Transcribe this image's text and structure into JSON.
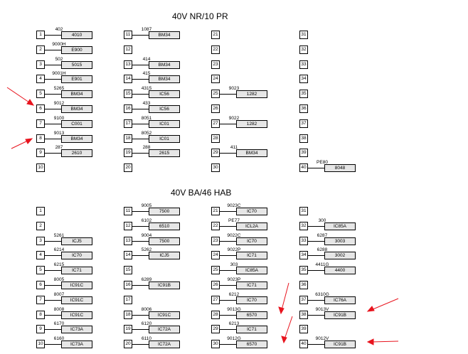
{
  "colors": {
    "arrow": "#e8141e",
    "device_fill": "#e6e6e6",
    "line": "#000000"
  },
  "panels": [
    {
      "title": "40V NR/10 PR",
      "columns": [
        {
          "rows": [
            {
              "term": "1",
              "wire": "402",
              "device": "4010"
            },
            {
              "term": "2",
              "wire": "9000H",
              "device": "E900"
            },
            {
              "term": "3",
              "wire": "502",
              "device": "5015"
            },
            {
              "term": "4",
              "wire": "9001H",
              "device": "E901"
            },
            {
              "term": "5",
              "wire": "5265",
              "device": "BM34"
            },
            {
              "term": "6",
              "wire": "9012",
              "device": "BM34"
            },
            {
              "term": "7",
              "wire": "9100",
              "device": "C001"
            },
            {
              "term": "8",
              "wire": "9013",
              "device": "BM34"
            },
            {
              "term": "9",
              "wire": "287",
              "device": "2610"
            },
            {
              "term": "10",
              "wire": "",
              "device": ""
            }
          ]
        },
        {
          "rows": [
            {
              "term": "11",
              "wire": "1087",
              "device": "BM34"
            },
            {
              "term": "12",
              "wire": "",
              "device": ""
            },
            {
              "term": "13",
              "wire": "414",
              "device": "BM34"
            },
            {
              "term": "14",
              "wire": "415",
              "device": "BM34"
            },
            {
              "term": "15",
              "wire": "4315",
              "device": "IC56"
            },
            {
              "term": "16",
              "wire": "433",
              "device": "IC56"
            },
            {
              "term": "17",
              "wire": "8051",
              "device": "IC01"
            },
            {
              "term": "18",
              "wire": "8052",
              "device": "IC01"
            },
            {
              "term": "19",
              "wire": "288",
              "device": "2615"
            },
            {
              "term": "20",
              "wire": "",
              "device": ""
            }
          ]
        },
        {
          "rows": [
            {
              "term": "21",
              "wire": "",
              "device": ""
            },
            {
              "term": "22",
              "wire": "",
              "device": ""
            },
            {
              "term": "23",
              "wire": "",
              "device": ""
            },
            {
              "term": "24",
              "wire": "",
              "device": ""
            },
            {
              "term": "25",
              "wire": "9023",
              "device": "1282"
            },
            {
              "term": "26",
              "wire": "",
              "device": ""
            },
            {
              "term": "27",
              "wire": "9022",
              "device": "1282"
            },
            {
              "term": "28",
              "wire": "",
              "device": ""
            },
            {
              "term": "29",
              "wire": "411",
              "device": "BM34"
            },
            {
              "term": "30",
              "wire": "",
              "device": ""
            }
          ]
        },
        {
          "rows": [
            {
              "term": "31",
              "wire": "",
              "device": ""
            },
            {
              "term": "32",
              "wire": "",
              "device": ""
            },
            {
              "term": "33",
              "wire": "",
              "device": ""
            },
            {
              "term": "34",
              "wire": "",
              "device": ""
            },
            {
              "term": "35",
              "wire": "",
              "device": ""
            },
            {
              "term": "36",
              "wire": "",
              "device": ""
            },
            {
              "term": "37",
              "wire": "",
              "device": ""
            },
            {
              "term": "38",
              "wire": "",
              "device": ""
            },
            {
              "term": "39",
              "wire": "",
              "device": ""
            },
            {
              "term": "40",
              "wire": "PE80",
              "device": "8048"
            }
          ]
        }
      ]
    },
    {
      "title": "40V BA/46 HAB",
      "columns": [
        {
          "rows": [
            {
              "term": "1",
              "wire": "",
              "device": ""
            },
            {
              "term": "2",
              "wire": "",
              "device": ""
            },
            {
              "term": "3",
              "wire": "5261",
              "device": "ICJ5"
            },
            {
              "term": "4",
              "wire": "6214",
              "device": "IC70"
            },
            {
              "term": "5",
              "wire": "6215",
              "device": "IC71"
            },
            {
              "term": "6",
              "wire": "8005",
              "device": "IC91C"
            },
            {
              "term": "7",
              "wire": "8007",
              "device": "IC91C"
            },
            {
              "term": "8",
              "wire": "8008",
              "device": "IC91C"
            },
            {
              "term": "9",
              "wire": "6170",
              "device": "IC73A"
            },
            {
              "term": "10",
              "wire": "6160",
              "device": "IC73A"
            }
          ]
        },
        {
          "rows": [
            {
              "term": "11",
              "wire": "9005",
              "device": "7500"
            },
            {
              "term": "12",
              "wire": "6102",
              "device": "6510"
            },
            {
              "term": "13",
              "wire": "9004",
              "device": "7500"
            },
            {
              "term": "14",
              "wire": "5262",
              "device": "ICJ5"
            },
            {
              "term": "15",
              "wire": "",
              "device": ""
            },
            {
              "term": "16",
              "wire": "6289",
              "device": "IC91B"
            },
            {
              "term": "17",
              "wire": "",
              "device": ""
            },
            {
              "term": "18",
              "wire": "8006",
              "device": "IC91C"
            },
            {
              "term": "19",
              "wire": "6120",
              "device": "IC72A"
            },
            {
              "term": "20",
              "wire": "6110",
              "device": "IC72A"
            }
          ]
        },
        {
          "rows": [
            {
              "term": "21",
              "wire": "9023C",
              "device": "IC70"
            },
            {
              "term": "22",
              "wire": "PE77",
              "device": "ICL2A"
            },
            {
              "term": "23",
              "wire": "9022C",
              "device": "IC70"
            },
            {
              "term": "24",
              "wire": "9022P",
              "device": "IC71"
            },
            {
              "term": "25",
              "wire": "303",
              "device": "IC85A"
            },
            {
              "term": "26",
              "wire": "9023P",
              "device": "IC71"
            },
            {
              "term": "27",
              "wire": "6212",
              "device": "IC70"
            },
            {
              "term": "28",
              "wire": "9013G",
              "device": "6570"
            },
            {
              "term": "29",
              "wire": "6213",
              "device": "IC71"
            },
            {
              "term": "30",
              "wire": "9012G",
              "device": "6570"
            }
          ]
        },
        {
          "rows": [
            {
              "term": "31",
              "wire": "",
              "device": ""
            },
            {
              "term": "32",
              "wire": "300",
              "device": "IC85A"
            },
            {
              "term": "33",
              "wire": "6287",
              "device": "3003"
            },
            {
              "term": "34",
              "wire": "6288",
              "device": "3002"
            },
            {
              "term": "35",
              "wire": "4411G",
              "device": "4400"
            },
            {
              "term": "36",
              "wire": "",
              "device": ""
            },
            {
              "term": "37",
              "wire": "6310G",
              "device": "IC76A"
            },
            {
              "term": "38",
              "wire": "9013V",
              "device": "IC91B"
            },
            {
              "term": "39",
              "wire": "",
              "device": ""
            },
            {
              "term": "40",
              "wire": "9012V",
              "device": "IC91B"
            }
          ]
        }
      ]
    }
  ]
}
